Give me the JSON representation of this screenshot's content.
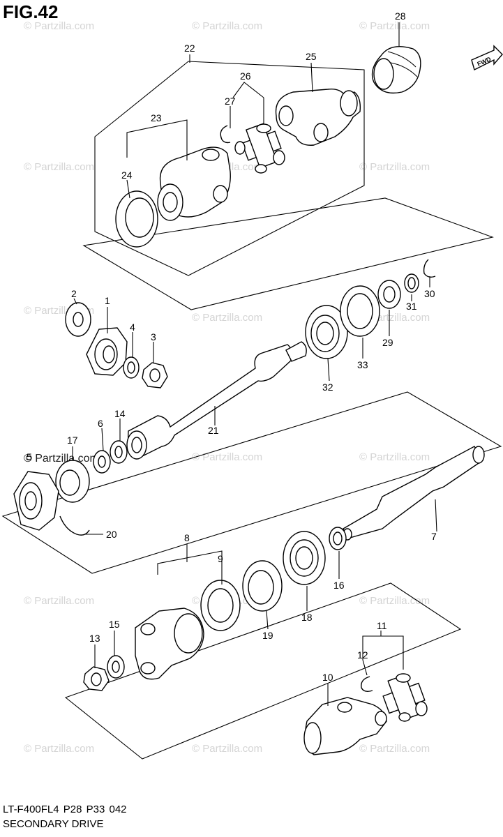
{
  "figure_title": "FIG.42",
  "model_line": "LT-F400FL4  P28  P33  042",
  "section_title": "SECONDARY DRIVE",
  "fwd_label": "FWD",
  "watermark_text": "© Partzilla.com",
  "callouts": [
    {
      "id": "28",
      "label": "28"
    },
    {
      "id": "22",
      "label": "22"
    },
    {
      "id": "25",
      "label": "25"
    },
    {
      "id": "26",
      "label": "26"
    },
    {
      "id": "27",
      "label": "27"
    },
    {
      "id": "23",
      "label": "23"
    },
    {
      "id": "24",
      "label": "24"
    },
    {
      "id": "2",
      "label": "2"
    },
    {
      "id": "1",
      "label": "1"
    },
    {
      "id": "4",
      "label": "4"
    },
    {
      "id": "3",
      "label": "3"
    },
    {
      "id": "31",
      "label": "31"
    },
    {
      "id": "30",
      "label": "30"
    },
    {
      "id": "29",
      "label": "29"
    },
    {
      "id": "33",
      "label": "33"
    },
    {
      "id": "32",
      "label": "32"
    },
    {
      "id": "21",
      "label": "21"
    },
    {
      "id": "6",
      "label": "6"
    },
    {
      "id": "14",
      "label": "14"
    },
    {
      "id": "17",
      "label": "17"
    },
    {
      "id": "5",
      "label": "5"
    },
    {
      "id": "20",
      "label": "20"
    },
    {
      "id": "7",
      "label": "7"
    },
    {
      "id": "8",
      "label": "8"
    },
    {
      "id": "9",
      "label": "9"
    },
    {
      "id": "16",
      "label": "16"
    },
    {
      "id": "18",
      "label": "18"
    },
    {
      "id": "19",
      "label": "19"
    },
    {
      "id": "15",
      "label": "15"
    },
    {
      "id": "13",
      "label": "13"
    },
    {
      "id": "11",
      "label": "11"
    },
    {
      "id": "12",
      "label": "12"
    },
    {
      "id": "10",
      "label": "10"
    }
  ]
}
